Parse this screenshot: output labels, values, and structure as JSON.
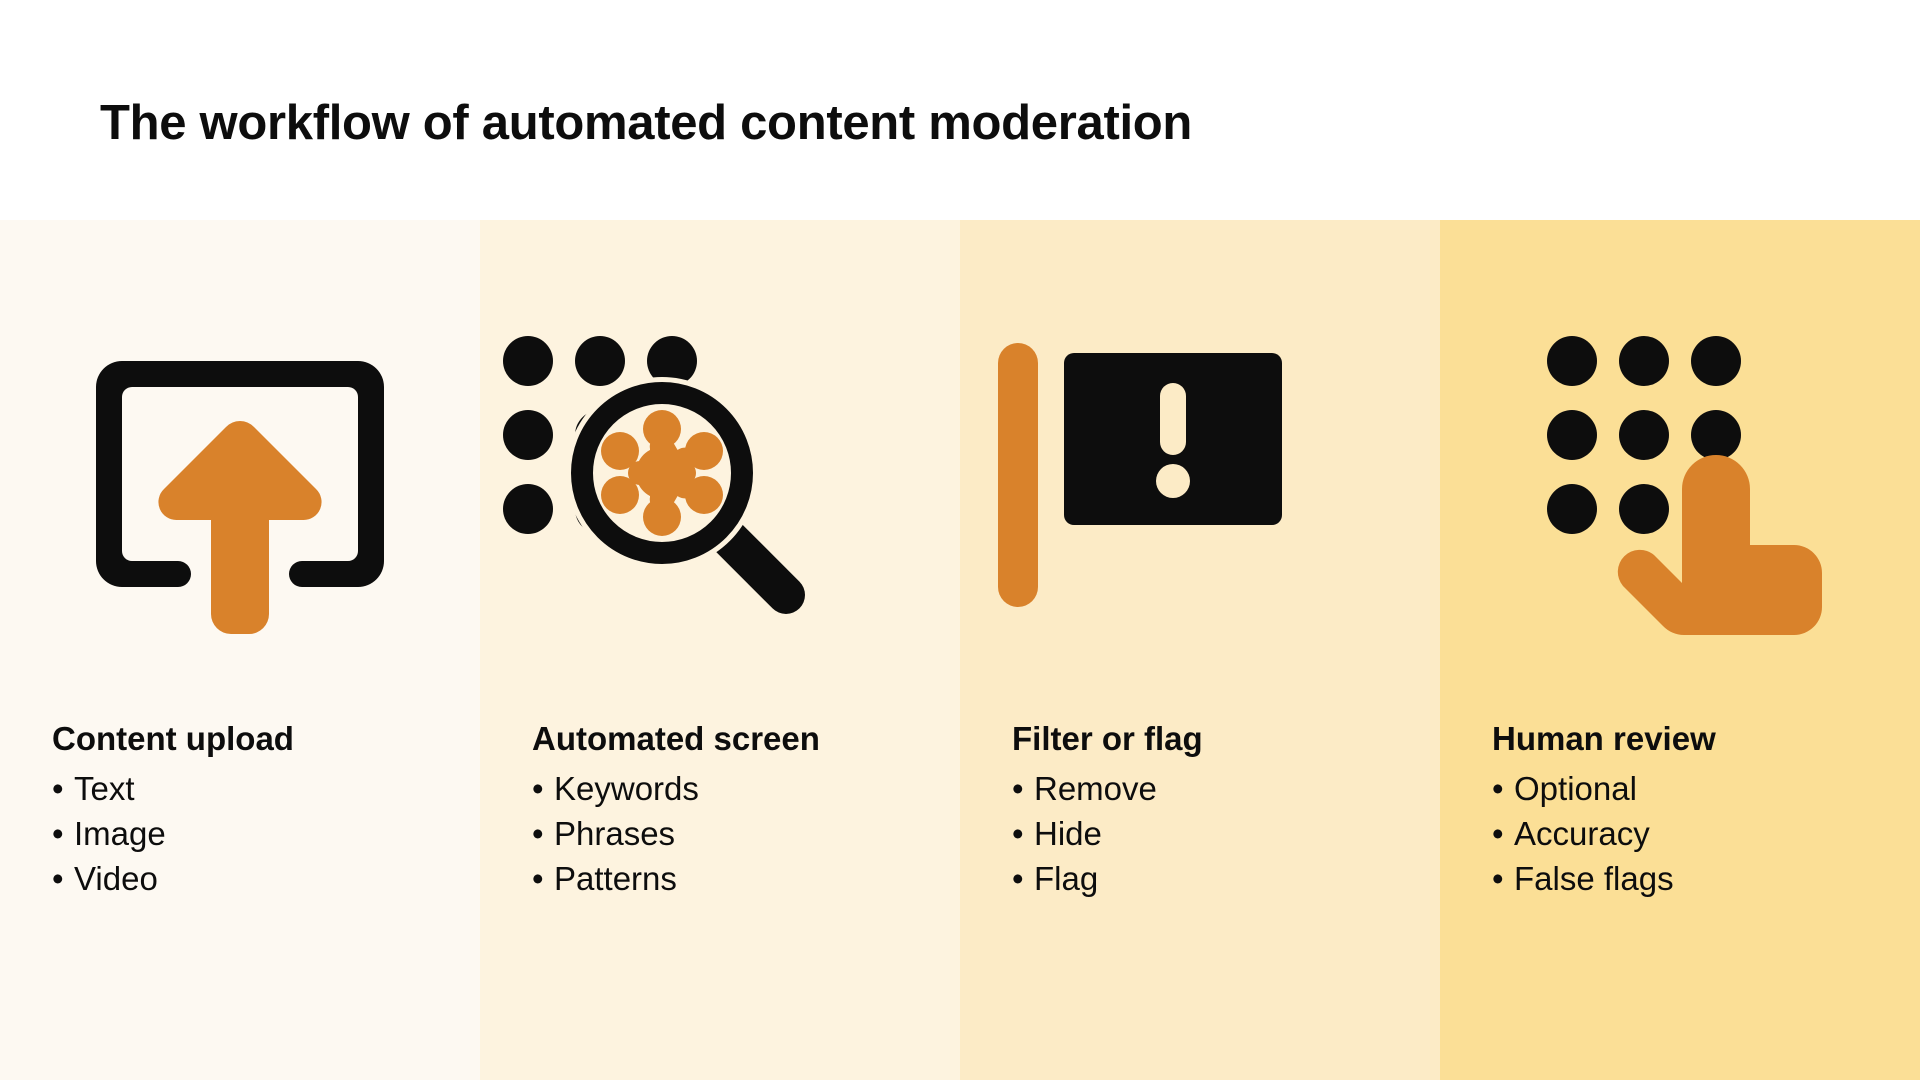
{
  "header": {
    "title": "The workflow of automated content moderation"
  },
  "colors": {
    "accent_orange": "#D9822B",
    "ink": "#0D0D0D",
    "header_bg": "#FFFFFF",
    "col1_bg": "#FDF9F2",
    "col2_bg": "#FDF3DF",
    "col3_bg": "#FCEBC6",
    "col4_bg": "#FBDF96"
  },
  "columns": [
    {
      "icon": "upload-box-arrow-icon",
      "bg": "#FDF9F2",
      "heading": "Content upload",
      "bullets": [
        "Text",
        "Image",
        "Video"
      ]
    },
    {
      "icon": "magnifier-dot-grid-icon",
      "bg": "#FDF3DF",
      "heading": "Automated screen",
      "bullets": [
        "Keywords",
        "Phrases",
        "Patterns"
      ]
    },
    {
      "icon": "flag-alert-icon",
      "bg": "#FCEBC6",
      "heading": "Filter or flag",
      "bullets": [
        "Remove",
        "Hide",
        "Flag"
      ]
    },
    {
      "icon": "hand-pointer-dot-grid-icon",
      "bg": "#FBDF96",
      "heading": "Human review",
      "bullets": [
        "Optional",
        "Accuracy",
        "False flags"
      ]
    }
  ],
  "bullet_marker": "•"
}
